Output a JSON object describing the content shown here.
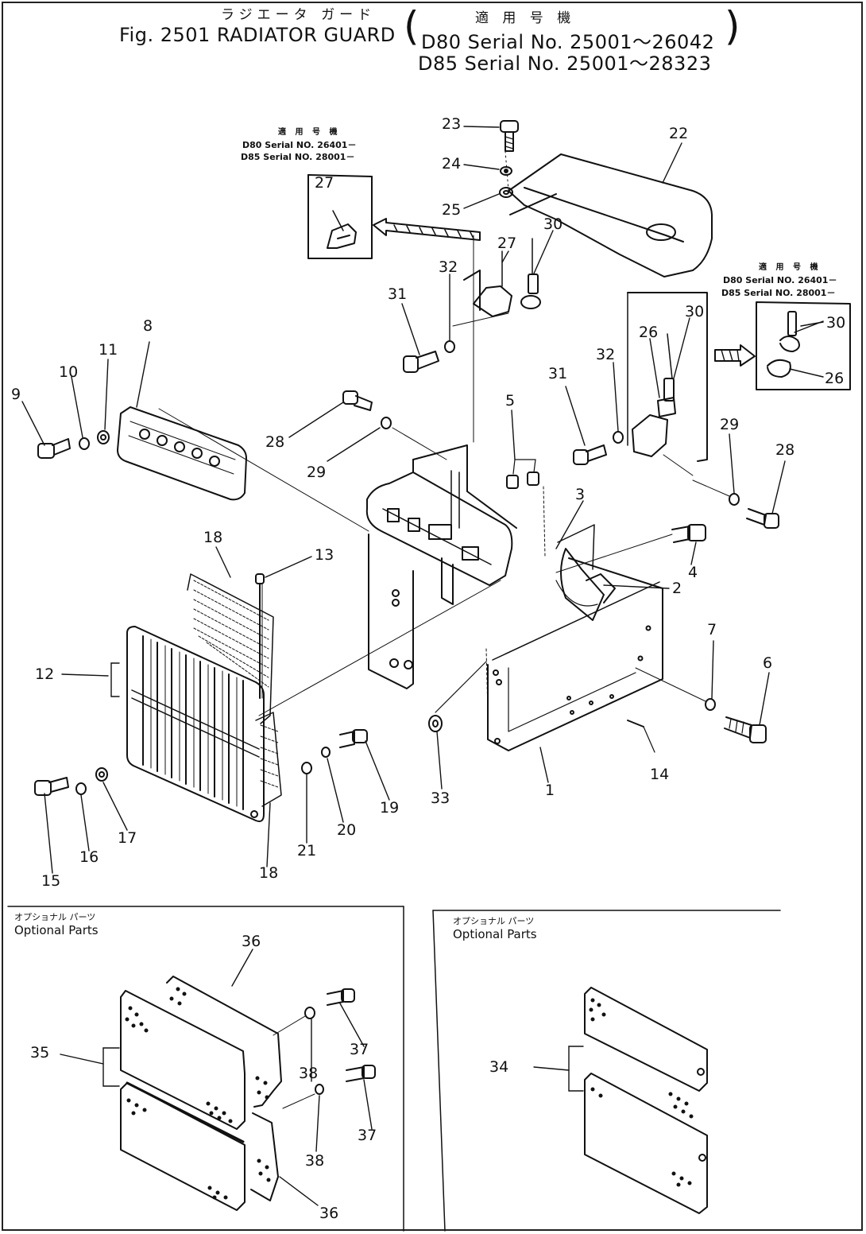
{
  "header": {
    "title_jp": "ラジエータ ガード",
    "title": "Fig. 2501 RADIATOR GUARD",
    "applicability_jp": "適 用 号 機",
    "serial_d80": "D80 Serial No. 25001～26042",
    "serial_d85": "D85 Serial No. 25001～28323"
  },
  "notes": {
    "left": {
      "jp": "適 用 号 機",
      "d80": "D80 Serial NO. 26401－",
      "d85": "D85 Serial NO. 28001－"
    },
    "right": {
      "jp": "適 用 号 機",
      "d80": "D80 Serial NO. 26401－",
      "d85": "D85 Serial NO. 28001－"
    }
  },
  "optional_left": {
    "jp": "オプショナル パーツ",
    "en": "Optional Parts"
  },
  "optional_right": {
    "jp": "オプショナル パーツ",
    "en": "Optional Parts"
  },
  "callouts": {
    "n1": "1",
    "n2": "2",
    "n3": "3",
    "n4": "4",
    "n5": "5",
    "n6": "6",
    "n7": "7",
    "n8": "8",
    "n9": "9",
    "n10": "10",
    "n11": "11",
    "n12": "12",
    "n13": "13",
    "n14": "14",
    "n15": "15",
    "n16": "16",
    "n17": "17",
    "n18a": "18",
    "n18b": "18",
    "n19": "19",
    "n20": "20",
    "n21": "21",
    "n22": "22",
    "n23": "23",
    "n24": "24",
    "n25": "25",
    "n26a": "26",
    "n26b": "26",
    "n27a": "27",
    "n27b": "27",
    "n28a": "28",
    "n28b": "28",
    "n29a": "29",
    "n29b": "29",
    "n30a": "30",
    "n30b": "30",
    "n30c": "30",
    "n31a": "31",
    "n31b": "31",
    "n32a": "32",
    "n32b": "32",
    "n33": "33",
    "n34": "34",
    "n35": "35",
    "n36a": "36",
    "n36b": "36",
    "n37a": "37",
    "n37b": "37",
    "n38a": "38",
    "n38b": "38"
  }
}
